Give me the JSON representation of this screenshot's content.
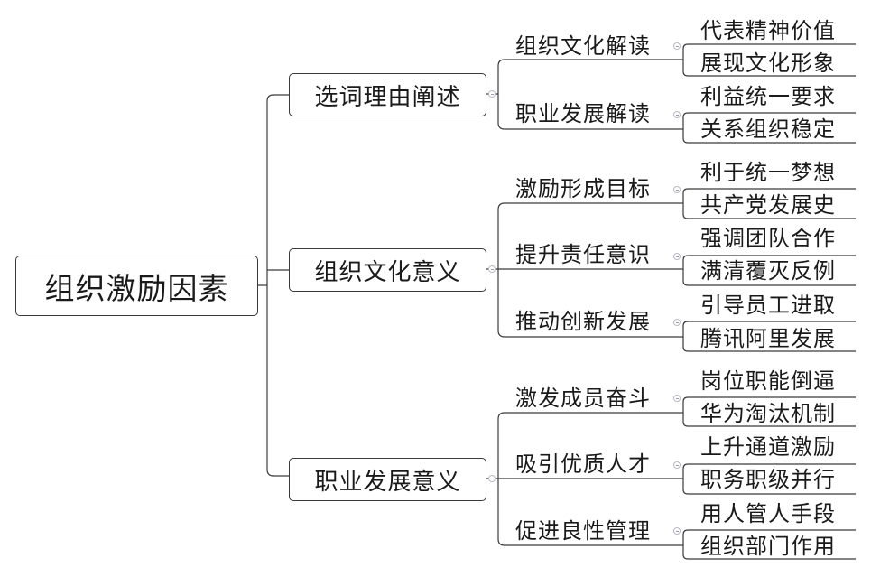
{
  "root": {
    "label": "组织激励因素"
  },
  "branches": [
    {
      "label": "选词理由阐述",
      "children": [
        {
          "label": "组织文化解读",
          "leaves": [
            "代表精神价值",
            "展现文化形象"
          ]
        },
        {
          "label": "职业发展解读",
          "leaves": [
            "利益统一要求",
            "关系组织稳定"
          ]
        }
      ]
    },
    {
      "label": "组织文化意义",
      "children": [
        {
          "label": "激励形成目标",
          "leaves": [
            "利于统一梦想",
            "共产党发展史"
          ]
        },
        {
          "label": "提升责任意识",
          "leaves": [
            "强调团队合作",
            "满清覆灭反例"
          ]
        },
        {
          "label": "推动创新发展",
          "leaves": [
            "引导员工进取",
            "腾讯阿里发展"
          ]
        }
      ]
    },
    {
      "label": "职业发展意义",
      "children": [
        {
          "label": "激发成员奋斗",
          "leaves": [
            "岗位职能倒逼",
            "华为淘汰机制"
          ]
        },
        {
          "label": "吸引优质人才",
          "leaves": [
            "上升通道激励",
            "职务职级并行"
          ]
        },
        {
          "label": "促进良性管理",
          "leaves": [
            "用人管人手段",
            "组织部门作用"
          ]
        }
      ]
    }
  ]
}
